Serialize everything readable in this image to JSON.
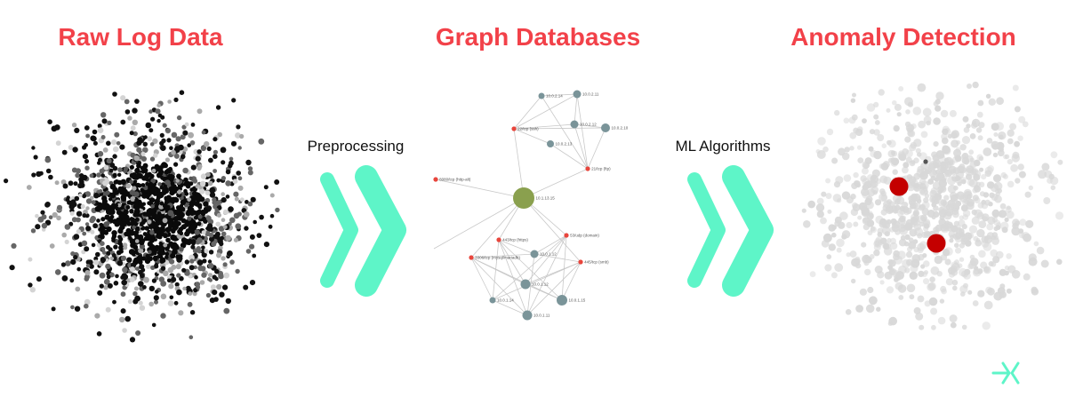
{
  "stages": {
    "raw": {
      "title": "Raw Log Data"
    },
    "graph": {
      "title": "Graph Databases"
    },
    "anomaly": {
      "title": "Anomaly Detection"
    }
  },
  "transitions": {
    "preprocessing": "Preprocessing",
    "ml": "ML Algorithms"
  },
  "graph": {
    "center": {
      "label": "10.1.13.15"
    },
    "service_nodes": [
      {
        "label": "22/tcp (ssh)"
      },
      {
        "label": "21/tcp (ftp)"
      },
      {
        "label": "8080/tcp (http-alt)"
      },
      {
        "label": "443/tcp (https)"
      },
      {
        "label": "53/udp (domain)"
      },
      {
        "label": "3306/tcp (mysql/mariadb)"
      },
      {
        "label": "445/tcp (smb)"
      }
    ],
    "host_nodes": [
      {
        "label": "10.0.2.14"
      },
      {
        "label": "10.0.2.11"
      },
      {
        "label": "10.0.2.12"
      },
      {
        "label": "10.0.2.10"
      },
      {
        "label": "10.0.2.13"
      },
      {
        "label": "10.0.1.12"
      },
      {
        "label": "10.0.1.12"
      },
      {
        "label": "10.0.1.14"
      },
      {
        "label": "10.0.1.15"
      },
      {
        "label": "10.0.1.11"
      }
    ]
  },
  "colors": {
    "title": "#f24149",
    "chevron": "#5ef5c8",
    "center_node": "#8aa04e",
    "service_node": "#e8453c",
    "host_node": "#7a9499",
    "anomaly_point": "#c40000",
    "normal_point": "#d8d8d8",
    "raw_point": "#111111"
  },
  "icons": {
    "chevrons": "double-chevron-right-icon",
    "logo": "brand-logo-icon"
  }
}
